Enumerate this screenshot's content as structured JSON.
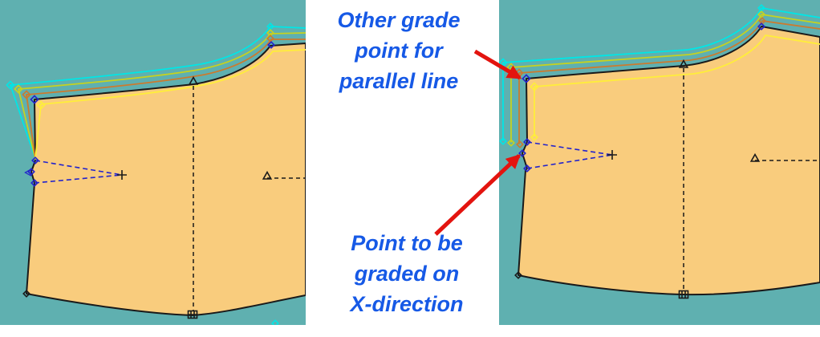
{
  "annotations": {
    "top": {
      "lines": [
        "Other grade",
        "point for",
        "parallel line"
      ]
    },
    "bottom": {
      "lines": [
        "Point to be",
        "graded on",
        "X-direction"
      ]
    }
  },
  "panels": {
    "left": {
      "name": "pattern-piece-before-grading"
    },
    "right": {
      "name": "pattern-piece-after-parallel-grading"
    }
  },
  "icons": {
    "diamond": "grade-point-marker",
    "triangle": "notch-point-marker",
    "plus": "dart-apex-marker",
    "hatch": "hem-notch-marker"
  },
  "colors": {
    "background": "#ffffff",
    "viewport_teal": "#5fb0b0",
    "piece_tan": "#f9cc7d",
    "outline_black": "#1a1a1a",
    "grade_cyan": "#00e6e6",
    "grade_yellow_green": "#c6d21f",
    "grade_orange": "#cc7a2e",
    "grade_yellow": "#ffee3a",
    "grade_blue": "#2222cc",
    "arrow_red": "#e3140f",
    "annotation_blue": "#1659e6"
  }
}
